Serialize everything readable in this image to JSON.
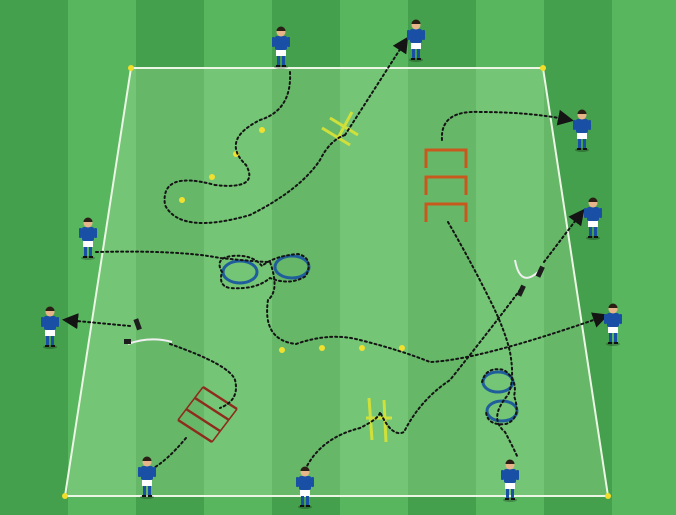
{
  "diagram": {
    "kind": "soccer-drill-illustration",
    "pitch_colors": {
      "stripe_light": "#58b65f",
      "stripe_dark": "#44a04c",
      "area_tint": "#a9e2a0",
      "boundary_line": "#ecf6e4",
      "corner_marker": "#f2de28"
    },
    "player_kit": {
      "shirt": "#1a4fa6",
      "shorts": "#ffffff",
      "socks": "#1a4fa6",
      "skin": "#e8b48a",
      "hair": "#2b1e14"
    },
    "equipment_colors": {
      "hurdle_orange": "#c8591e",
      "hurdle_red": "#8e2b1c",
      "agility_pole": "#d0e03a",
      "ring": "#1f5e9b",
      "rebounder_handle": "#1d1d1d",
      "ball_dot": "#f0e030"
    },
    "path_style": {
      "color": "#141414",
      "pattern": "dotted-arrow"
    },
    "players": [
      {
        "id": "top-left"
      },
      {
        "id": "top-right"
      },
      {
        "id": "right-top"
      },
      {
        "id": "right-middle"
      },
      {
        "id": "right-lower"
      },
      {
        "id": "left-upper"
      },
      {
        "id": "left-lower"
      },
      {
        "id": "bottom-left"
      },
      {
        "id": "bottom-center"
      },
      {
        "id": "bottom-right"
      }
    ],
    "equipment": [
      "orange-hurdles",
      "green-poles-top",
      "green-poles-bottom",
      "blue-rings-middle",
      "blue-rings-bottom-right",
      "red-ladder",
      "rebound-rope-left",
      "rebound-rope-right",
      "cone-dots-top",
      "cone-dots-middle"
    ]
  }
}
